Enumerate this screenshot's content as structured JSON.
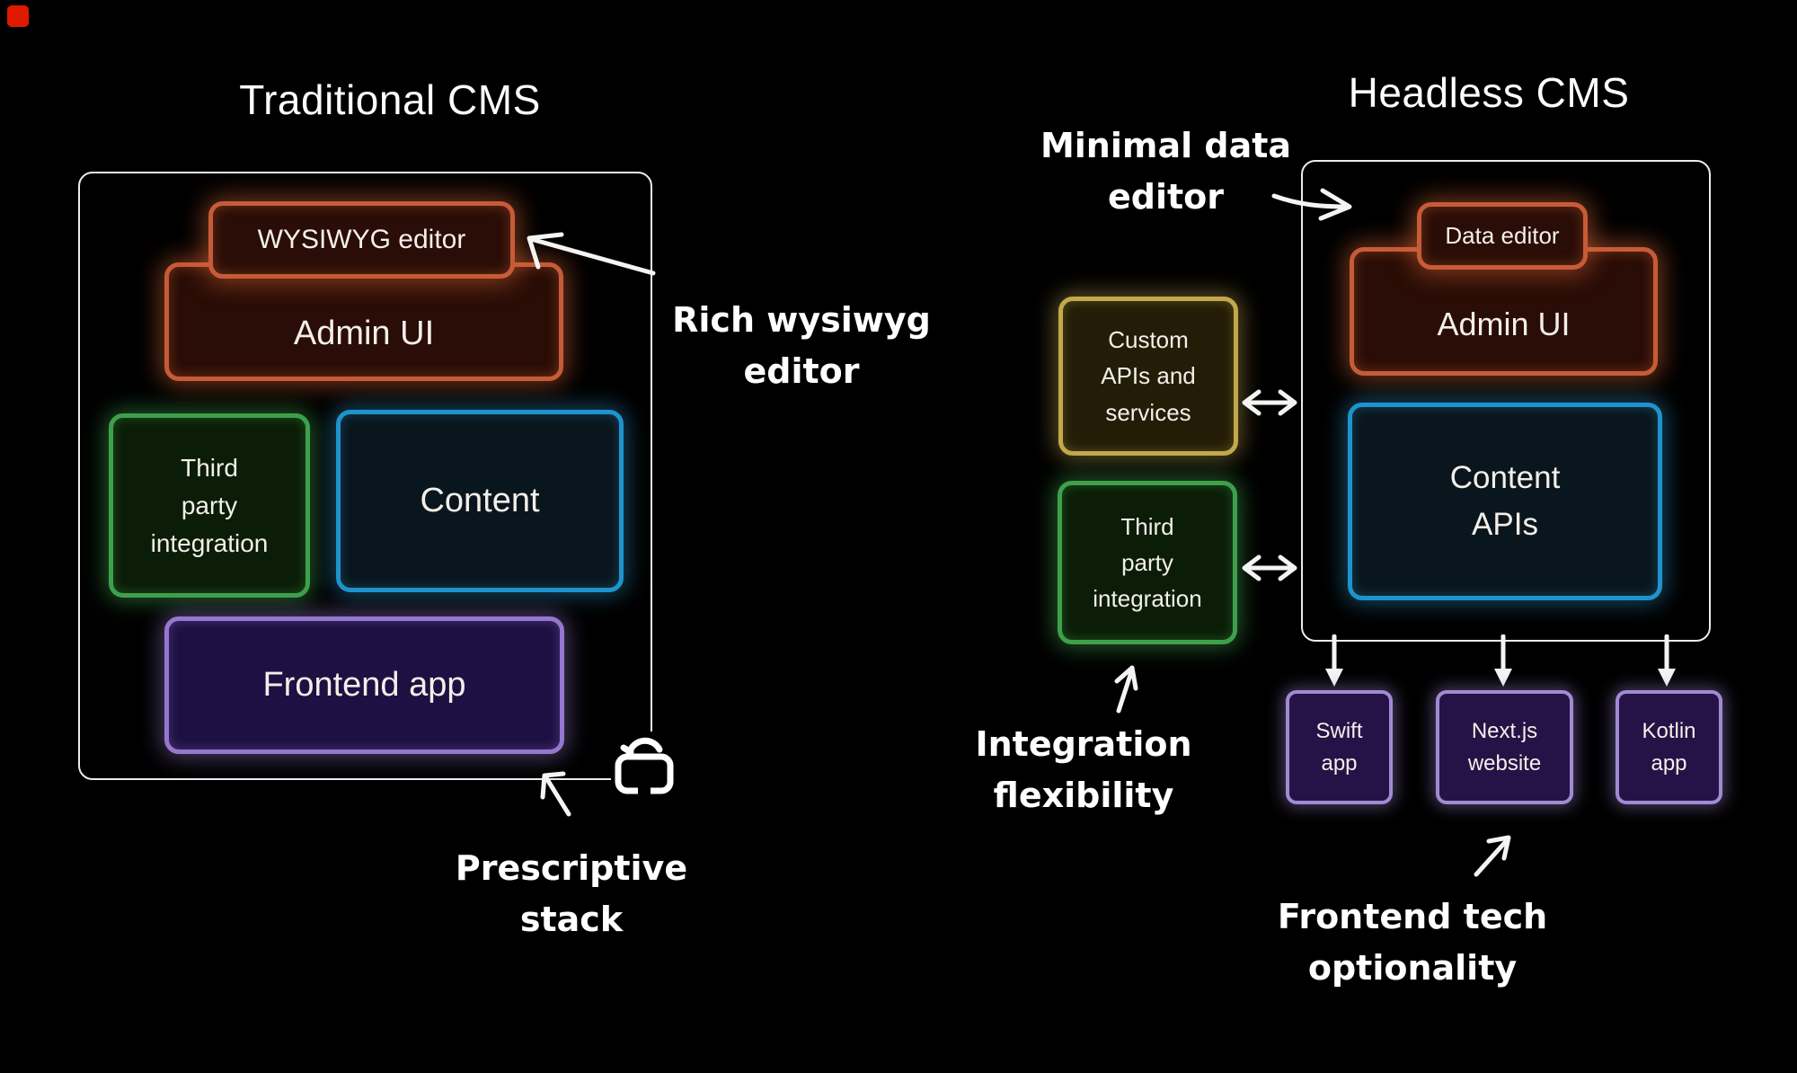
{
  "colors": {
    "background": "#000000",
    "accent_orange": "#c75b38",
    "accent_green": "#3ea04a",
    "accent_blue": "#1f93cc",
    "accent_purple": "#9677d0",
    "accent_yellow": "#c3a84c",
    "applet_border": "#a18ad2",
    "frame_border": "#ececec",
    "annotation_color": "#ffffff",
    "corner_marker": "#df1800"
  },
  "icons": {
    "lock": "open-padlock-outline",
    "annotation_arrows": "hand-drawn-white-arrows"
  },
  "left": {
    "title": "Traditional CMS",
    "wysiwyg": "WYSIWYG editor",
    "admin": "Admin UI",
    "third_party": "Third\nparty\nintegration",
    "content": "Content",
    "frontend": "Frontend app",
    "note_rich": "Rich wysiwyg\neditor",
    "note_prescriptive": "Prescriptive\nstack"
  },
  "right": {
    "title": "Headless CMS",
    "note_minimal": "Minimal data\neditor",
    "data_editor": "Data editor",
    "admin": "Admin UI",
    "content_apis": "Content\nAPIs",
    "custom_apis": "Custom\nAPIs and\nservices",
    "third_party": "Third\nparty\nintegration",
    "apps": [
      {
        "label": "Swift\napp"
      },
      {
        "label": "Next.js\nwebsite"
      },
      {
        "label": "Kotlin\napp"
      }
    ],
    "note_integration": "Integration\nflexibility",
    "note_frontend_tech": "Frontend tech\noptionality"
  }
}
